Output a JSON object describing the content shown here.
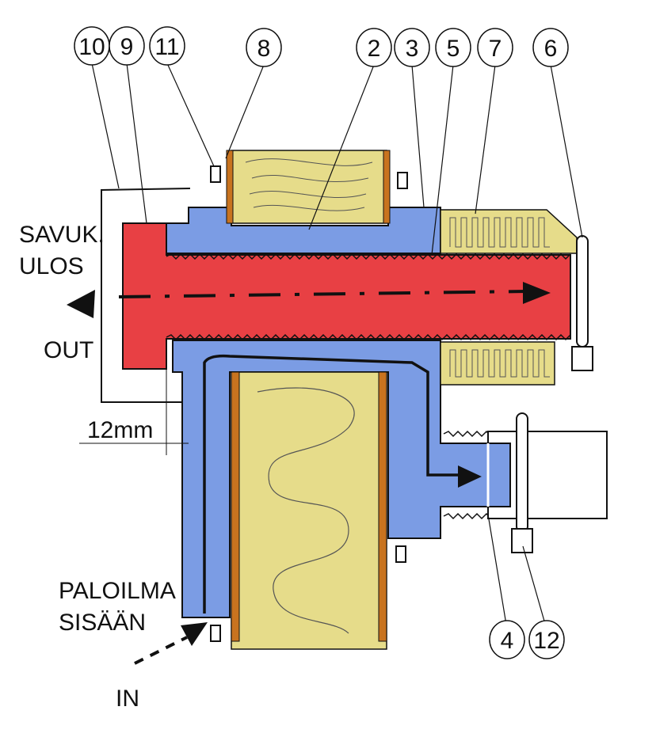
{
  "labels": {
    "exhaust_out_line1": "SAVUK.",
    "exhaust_out_line2": "ULOS",
    "out": "OUT",
    "dimension": "12mm",
    "air_in_line1": "PALOILMA",
    "air_in_line2": "SISÄÄN",
    "in": "IN"
  },
  "callouts": [
    "10",
    "9",
    "11",
    "8",
    "2",
    "3",
    "5",
    "7",
    "6",
    "4",
    "12"
  ],
  "colors": {
    "flue_gas": "#e84044",
    "air_channel": "#7b9ce4",
    "insulation": "#e6dc8a",
    "insulation_edge": "#c8731f",
    "outline": "#111111"
  }
}
